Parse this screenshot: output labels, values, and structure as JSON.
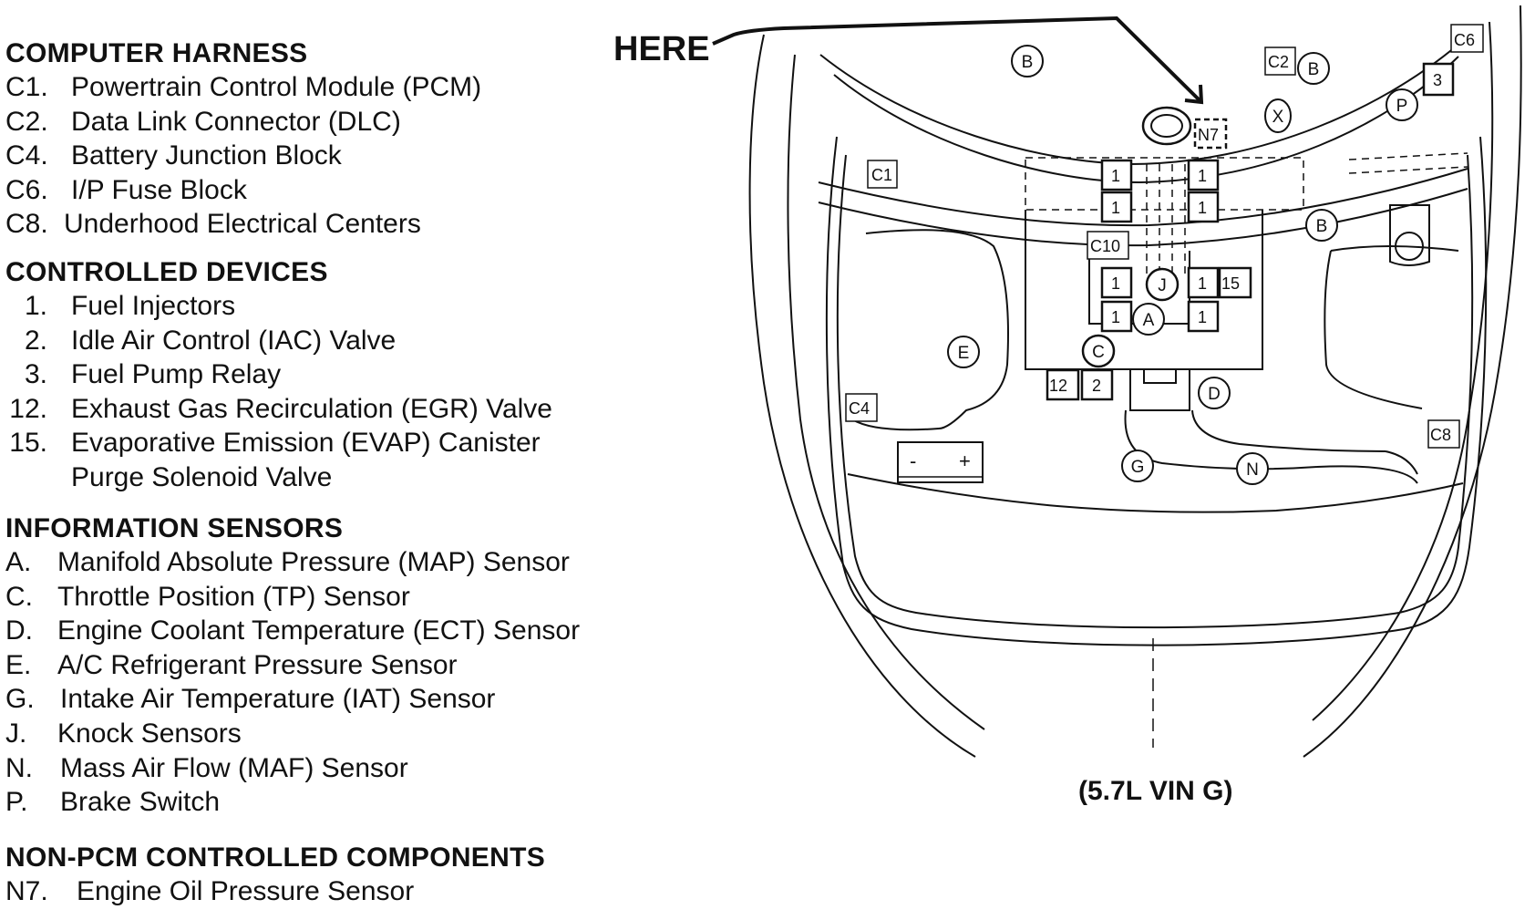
{
  "computer_harness": {
    "heading": "COMPUTER HARNESS",
    "items": [
      {
        "code": "C1.",
        "label": "Powertrain Control Module (PCM)"
      },
      {
        "code": "C2.",
        "label": "Data Link Connector (DLC)"
      },
      {
        "code": "C4.",
        "label": "Battery Junction Block"
      },
      {
        "code": "C6.",
        "label": "I/P Fuse Block"
      },
      {
        "code": "C8.",
        "label": "Underhood Electrical Centers"
      }
    ]
  },
  "controlled_devices": {
    "heading": "CONTROLLED DEVICES",
    "items": [
      {
        "code": "1.",
        "label": "Fuel Injectors"
      },
      {
        "code": "2.",
        "label": "Idle Air Control (IAC) Valve"
      },
      {
        "code": "3.",
        "label": "Fuel Pump Relay"
      },
      {
        "code": "12.",
        "label": "Exhaust Gas Recirculation (EGR) Valve"
      },
      {
        "code": "15.",
        "label": "Evaporative Emission (EVAP) Canister",
        "label2": "Purge Solenoid Valve"
      }
    ]
  },
  "information_sensors": {
    "heading": "INFORMATION SENSORS",
    "items": [
      {
        "code": "A.",
        "label": "Manifold Absolute Pressure (MAP) Sensor"
      },
      {
        "code": "C.",
        "label": "Throttle Position (TP) Sensor"
      },
      {
        "code": "D.",
        "label": "Engine Coolant Temperature (ECT) Sensor"
      },
      {
        "code": "E.",
        "label": "A/C Refrigerant Pressure Sensor"
      },
      {
        "code": "G.",
        "label": "Intake Air Temperature (IAT) Sensor"
      },
      {
        "code": "J.",
        "label": "Knock Sensors"
      },
      {
        "code": "N.",
        "label": "Mass Air Flow (MAF) Sensor"
      },
      {
        "code": "P.",
        "label": "Brake Switch"
      }
    ]
  },
  "non_pcm_components": {
    "heading": "NON-PCM CONTROLLED COMPONENTS",
    "items": [
      {
        "code": "N7.",
        "label": "Engine Oil Pressure Sensor"
      }
    ]
  },
  "diagram": {
    "pointer_label": "HERE",
    "caption": "(5.7L VIN G)",
    "battery_minus": "-",
    "battery_plus": "+",
    "connectors": {
      "c1": "C1",
      "c2": "C2",
      "c4": "C4",
      "c6": "C6",
      "c8": "C8",
      "c10": "C10",
      "n7": "N7"
    },
    "devices": {
      "injector": "1",
      "iac": "2",
      "fuel_pump_relay": "3",
      "egr": "12",
      "evap": "15"
    },
    "sensors": {
      "a": "A",
      "b": "B",
      "c": "C",
      "d": "D",
      "e": "E",
      "g": "G",
      "j": "J",
      "n": "N",
      "p": "P",
      "x": "X"
    }
  }
}
